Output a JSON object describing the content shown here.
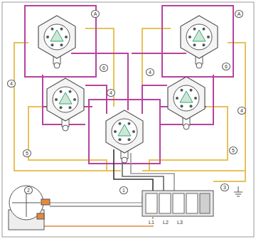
{
  "diagram": {
    "labels": [
      "A",
      "A",
      "6",
      "6",
      "4",
      "4",
      "4",
      "4",
      "5",
      "5",
      "2",
      "3",
      "1",
      "L1",
      "L2",
      "L3"
    ]
  }
}
